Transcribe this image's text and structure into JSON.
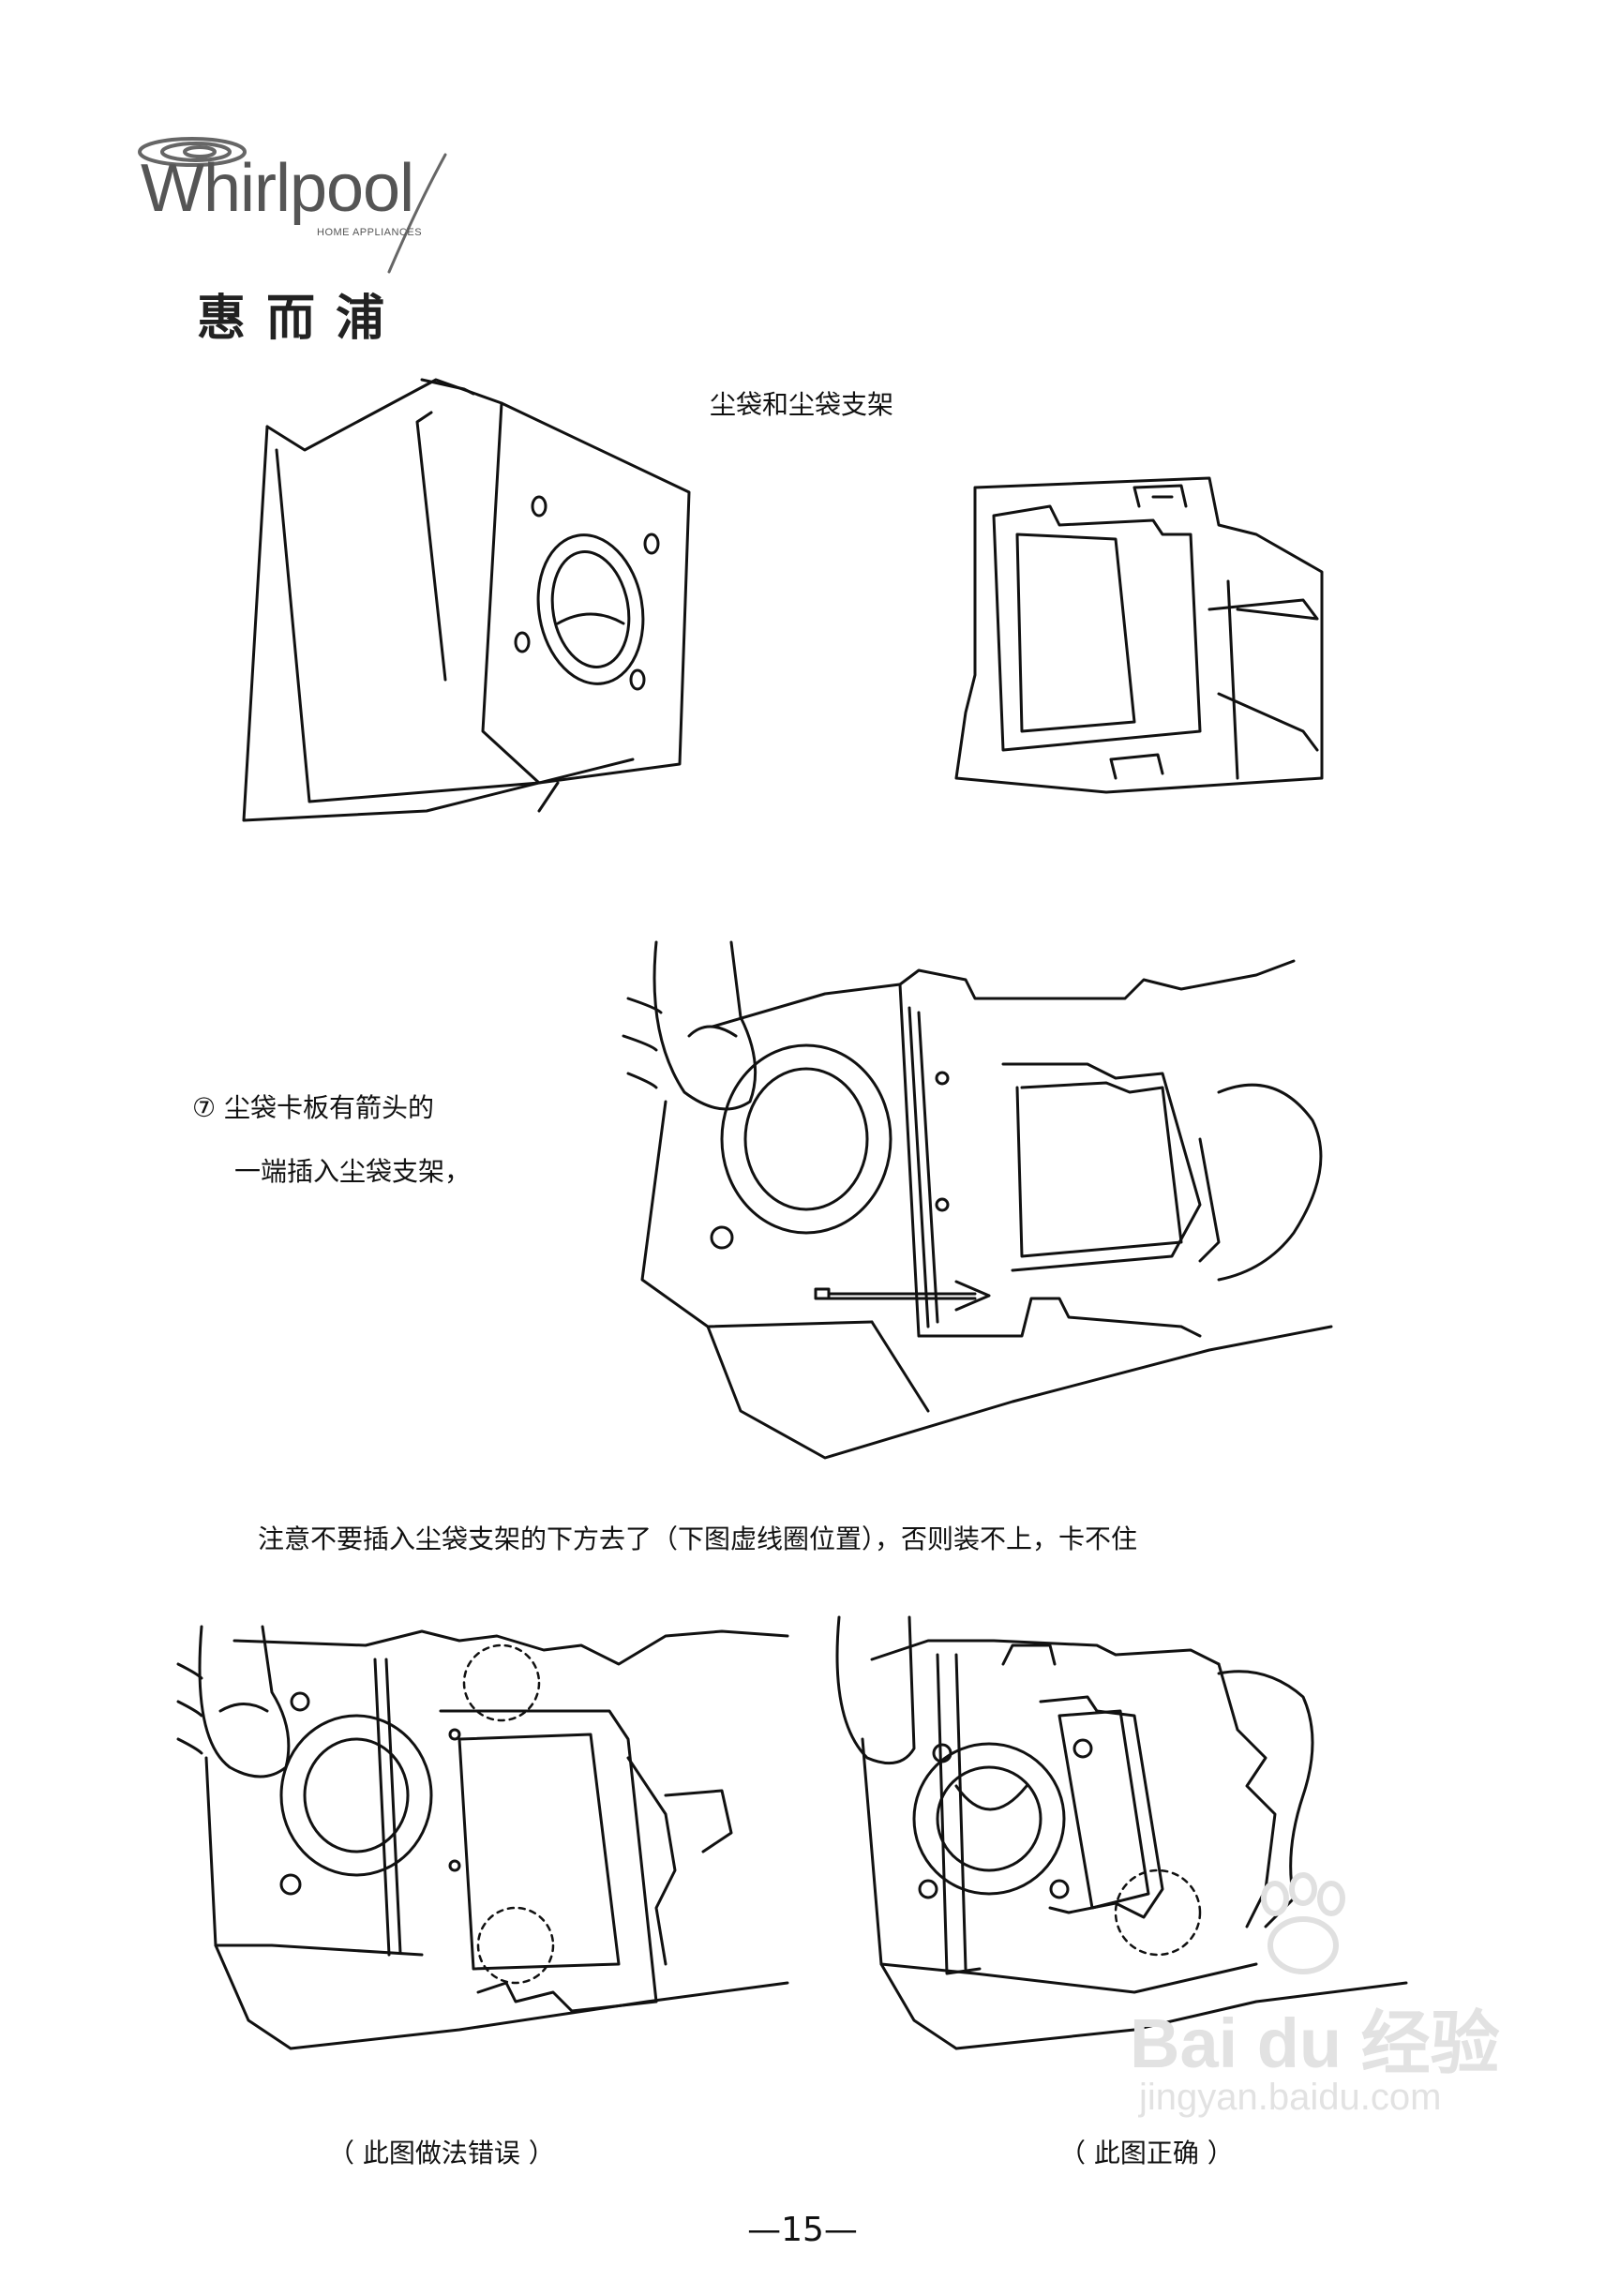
{
  "logo": {
    "wordmark": "Whirlpool",
    "subline": "HOME APPLIANCES",
    "chinese_name": "惠而浦"
  },
  "captions": {
    "figure_title": "尘袋和尘袋支架",
    "step_number": "⑦",
    "step_line1": "尘袋卡板有箭头的",
    "step_line2": "一端插入尘袋支架，",
    "warning": "注意不要插入尘袋支架的下方去了（下图虚线圈位置），否则装不上，卡不住",
    "wrong_label": "（ 此图做法错误 ）",
    "right_label": "（ 此图正确 ）"
  },
  "footer": {
    "page_number": "—15—"
  },
  "watermark": {
    "brand": "Bai du 经验",
    "url": "jingyan.baidu.com"
  }
}
